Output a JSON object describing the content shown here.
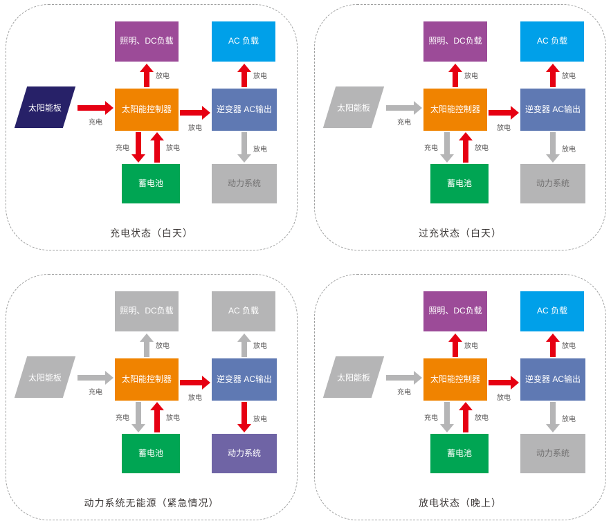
{
  "colors": {
    "active": "#e60012",
    "inactive": "#b5b5b6"
  },
  "panels": [
    {
      "caption": "充电状态（白天）",
      "solar": {
        "label": "太阳能板",
        "color": "#272168"
      },
      "dc_load": {
        "label": "照明、DC负载",
        "color": "#9c4b98",
        "text_color": "#ffffff"
      },
      "ac_load": {
        "label": "AC 负载",
        "color": "#00a0e9",
        "text_color": "#ffffff"
      },
      "controller": {
        "label": "太阳能控制器",
        "color": "#f08300",
        "text_color": "#ffffff"
      },
      "inverter": {
        "label": "逆变器 AC输出",
        "color": "#5f79b3",
        "text_color": "#ffffff"
      },
      "battery": {
        "label": "蓄电池",
        "color": "#00a553",
        "text_color": "#ffffff"
      },
      "power": {
        "label": "动力系统",
        "color": "#b5b5b6",
        "text_color": "#727171"
      },
      "arrows": {
        "solar_to_controller": {
          "label": "充电",
          "color": "#e60012"
        },
        "controller_to_dc": {
          "label": "放电",
          "color": "#e60012"
        },
        "controller_to_battery": {
          "label": "充电",
          "color": "#e60012"
        },
        "battery_to_controller": {
          "label": "放电",
          "color": "#e60012"
        },
        "controller_to_inverter": {
          "label": "放电",
          "color": "#e60012"
        },
        "inverter_to_ac": {
          "label": "放电",
          "color": "#e60012"
        },
        "inverter_to_power": {
          "label": "放电",
          "color": "#b5b5b6"
        }
      }
    },
    {
      "caption": "过充状态（白天）",
      "solar": {
        "label": "太阳能板",
        "color": "#b5b5b6"
      },
      "dc_load": {
        "label": "照明、DC负载",
        "color": "#9c4b98",
        "text_color": "#ffffff"
      },
      "ac_load": {
        "label": "AC 负载",
        "color": "#00a0e9",
        "text_color": "#ffffff"
      },
      "controller": {
        "label": "太阳能控制器",
        "color": "#f08300",
        "text_color": "#ffffff"
      },
      "inverter": {
        "label": "逆变器 AC输出",
        "color": "#5f79b3",
        "text_color": "#ffffff"
      },
      "battery": {
        "label": "蓄电池",
        "color": "#00a553",
        "text_color": "#ffffff"
      },
      "power": {
        "label": "动力系统",
        "color": "#b5b5b6",
        "text_color": "#727171"
      },
      "arrows": {
        "solar_to_controller": {
          "label": "充电",
          "color": "#b5b5b6"
        },
        "controller_to_dc": {
          "label": "放电",
          "color": "#e60012"
        },
        "controller_to_battery": {
          "label": "充电",
          "color": "#b5b5b6"
        },
        "battery_to_controller": {
          "label": "放电",
          "color": "#e60012"
        },
        "controller_to_inverter": {
          "label": "放电",
          "color": "#e60012"
        },
        "inverter_to_ac": {
          "label": "放电",
          "color": "#e60012"
        },
        "inverter_to_power": {
          "label": "放电",
          "color": "#b5b5b6"
        }
      }
    },
    {
      "caption": "动力系统无能源（紧急情况）",
      "solar": {
        "label": "太阳能板",
        "color": "#b5b5b6"
      },
      "dc_load": {
        "label": "照明、DC负载",
        "color": "#b5b5b6",
        "text_color": "#ffffff"
      },
      "ac_load": {
        "label": "AC 负载",
        "color": "#b5b5b6",
        "text_color": "#ffffff"
      },
      "controller": {
        "label": "太阳能控制器",
        "color": "#f08300",
        "text_color": "#ffffff"
      },
      "inverter": {
        "label": "逆变器 AC输出",
        "color": "#5f79b3",
        "text_color": "#ffffff"
      },
      "battery": {
        "label": "蓄电池",
        "color": "#00a553",
        "text_color": "#ffffff"
      },
      "power": {
        "label": "动力系统",
        "color": "#6f64a5",
        "text_color": "#ffffff"
      },
      "arrows": {
        "solar_to_controller": {
          "label": "充电",
          "color": "#b5b5b6"
        },
        "controller_to_dc": {
          "label": "放电",
          "color": "#b5b5b6"
        },
        "controller_to_battery": {
          "label": "充电",
          "color": "#b5b5b6"
        },
        "battery_to_controller": {
          "label": "放电",
          "color": "#e60012"
        },
        "controller_to_inverter": {
          "label": "放电",
          "color": "#e60012"
        },
        "inverter_to_ac": {
          "label": "放电",
          "color": "#b5b5b6"
        },
        "inverter_to_power": {
          "label": "放电",
          "color": "#e60012"
        }
      }
    },
    {
      "caption": "放电状态（晚上）",
      "solar": {
        "label": "太阳能板",
        "color": "#b5b5b6"
      },
      "dc_load": {
        "label": "照明、DC负载",
        "color": "#9c4b98",
        "text_color": "#ffffff"
      },
      "ac_load": {
        "label": "AC 负载",
        "color": "#00a0e9",
        "text_color": "#ffffff"
      },
      "controller": {
        "label": "太阳能控制器",
        "color": "#f08300",
        "text_color": "#ffffff"
      },
      "inverter": {
        "label": "逆变器 AC输出",
        "color": "#5f79b3",
        "text_color": "#ffffff"
      },
      "battery": {
        "label": "蓄电池",
        "color": "#00a553",
        "text_color": "#ffffff"
      },
      "power": {
        "label": "动力系统",
        "color": "#b5b5b6",
        "text_color": "#727171"
      },
      "arrows": {
        "solar_to_controller": {
          "label": "充电",
          "color": "#b5b5b6"
        },
        "controller_to_dc": {
          "label": "放电",
          "color": "#e60012"
        },
        "controller_to_battery": {
          "label": "充电",
          "color": "#b5b5b6"
        },
        "battery_to_controller": {
          "label": "放电",
          "color": "#e60012"
        },
        "controller_to_inverter": {
          "label": "放电",
          "color": "#e60012"
        },
        "inverter_to_ac": {
          "label": "放电",
          "color": "#e60012"
        },
        "inverter_to_power": {
          "label": "放电",
          "color": "#b5b5b6"
        }
      }
    }
  ]
}
